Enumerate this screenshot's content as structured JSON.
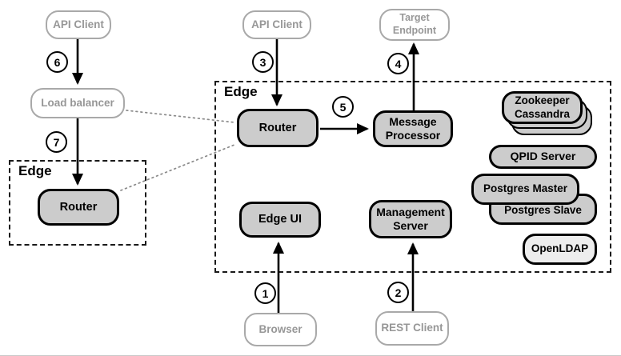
{
  "colors": {
    "node_fill": "#cccccc",
    "node_border": "#000000",
    "external_border": "#a9a9a9",
    "external_text": "#979797",
    "openldap_fill": "#ededed",
    "dotted_line": "#8a8a8a"
  },
  "containers": {
    "edge_left": {
      "label": "Edge"
    },
    "edge_main": {
      "label": "Edge"
    }
  },
  "nodes": {
    "api_client_left": {
      "label": "API Client"
    },
    "load_balancer": {
      "label": "Load balancer"
    },
    "router_left": {
      "label": "Router"
    },
    "api_client_center": {
      "label": "API Client"
    },
    "target_endpoint": {
      "line1": "Target",
      "line2": "Endpoint"
    },
    "router_main": {
      "label": "Router"
    },
    "message_processor": {
      "line1": "Message",
      "line2": "Processor"
    },
    "edge_ui": {
      "label": "Edge UI"
    },
    "management_server": {
      "line1": "Management",
      "line2": "Server"
    },
    "browser": {
      "label": "Browser"
    },
    "rest_client": {
      "label": "REST Client"
    },
    "zookeeper_cassandra": {
      "line1": "Zookeeper",
      "line2": "Cassandra"
    },
    "qpid_server": {
      "label": "QPID Server"
    },
    "postgres_master": {
      "label": "Postgres Master"
    },
    "postgres_slave": {
      "label": "Postgres Slave"
    },
    "openldap": {
      "label": "OpenLDAP"
    }
  },
  "steps": {
    "s1": "1",
    "s2": "2",
    "s3": "3",
    "s4": "4",
    "s5": "5",
    "s6": "6",
    "s7": "7"
  }
}
